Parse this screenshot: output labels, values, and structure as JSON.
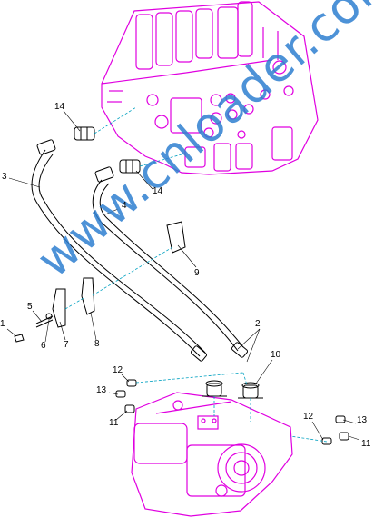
{
  "watermark": {
    "text": "www.cnloader.com",
    "color": "#2f7fd1"
  },
  "colors": {
    "component": "#e000e0",
    "line": "#000000",
    "leader": "#00a0c0"
  },
  "callouts": [
    {
      "id": "c1",
      "label": "1"
    },
    {
      "id": "c2",
      "label": "2"
    },
    {
      "id": "c3",
      "label": "3"
    },
    {
      "id": "c4",
      "label": "4"
    },
    {
      "id": "c5",
      "label": "5"
    },
    {
      "id": "c6",
      "label": "6"
    },
    {
      "id": "c7",
      "label": "7"
    },
    {
      "id": "c8",
      "label": "8"
    },
    {
      "id": "c9",
      "label": "9"
    },
    {
      "id": "c10",
      "label": "10"
    },
    {
      "id": "c11a",
      "label": "11"
    },
    {
      "id": "c11b",
      "label": "11"
    },
    {
      "id": "c12a",
      "label": "12"
    },
    {
      "id": "c12b",
      "label": "12"
    },
    {
      "id": "c13a",
      "label": "13"
    },
    {
      "id": "c13b",
      "label": "13"
    },
    {
      "id": "c14a",
      "label": "14"
    },
    {
      "id": "c14b",
      "label": "14"
    }
  ]
}
